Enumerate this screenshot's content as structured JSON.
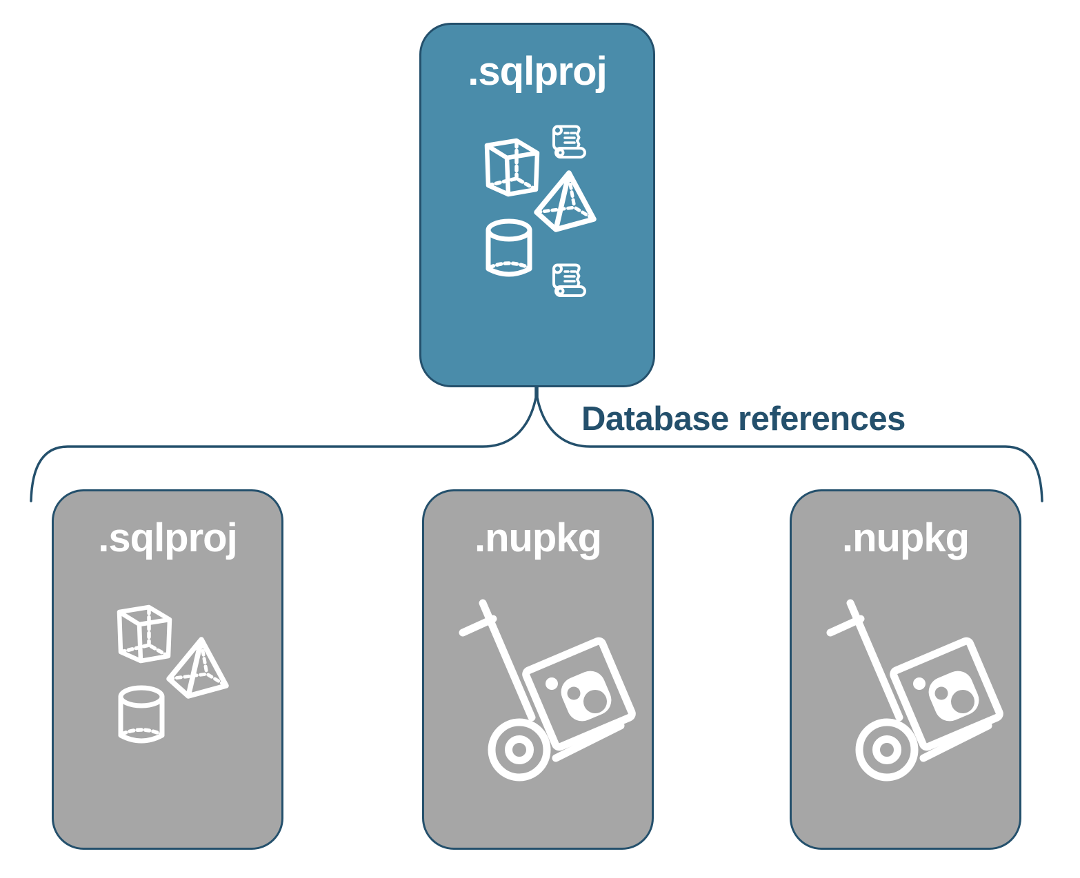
{
  "canvas": {
    "background": "#ffffff"
  },
  "colors": {
    "root_card_fill": "#4a8caa",
    "child_card_fill": "#a6a6a6",
    "outline_navy": "#24506c",
    "icon_white": "#ffffff"
  },
  "root_card": {
    "label": ".sqlproj"
  },
  "connector": {
    "label": "Database references"
  },
  "child_cards": [
    {
      "label": ".sqlproj"
    },
    {
      "label": ".nupkg"
    },
    {
      "label": ".nupkg"
    }
  ],
  "icons": {
    "root_card": [
      "cube-icon",
      "scroll-icon",
      "pyramid-icon",
      "cylinder-icon",
      "scroll-icon"
    ],
    "child_sqlproj": [
      "cube-icon",
      "pyramid-icon",
      "cylinder-icon"
    ],
    "child_nupkg": [
      "hand-truck-icon",
      "nuget-package-icon"
    ]
  }
}
